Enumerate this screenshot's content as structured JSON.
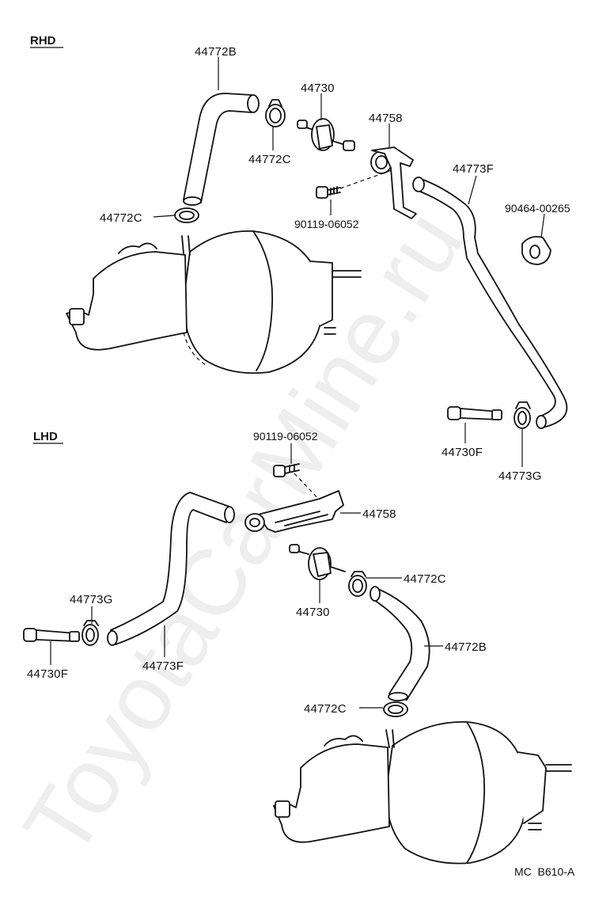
{
  "sections": {
    "rhd": "RHD",
    "lhd": "LHD"
  },
  "watermark": "ToyotaCarMine.ru",
  "diagram_code": "MC  B610-A",
  "rhd_labels": {
    "hose_b": "44772B",
    "valve": "44730",
    "clamp_c_upper": "44772C",
    "bracket": "44758",
    "hose_f": "44773F",
    "clamp_c_lower": "44772C",
    "bolt": "90119-06052",
    "clip": "90464-00265",
    "union": "44730F",
    "clamp_g": "44773G"
  },
  "lhd_labels": {
    "bolt": "90119-06052",
    "bracket": "44758",
    "clamp_g": "44773G",
    "valve": "44730",
    "clamp_c_upper": "44772C",
    "union": "44730F",
    "hose_f": "44773F",
    "hose_b": "44772B",
    "clamp_c_lower": "44772C"
  }
}
